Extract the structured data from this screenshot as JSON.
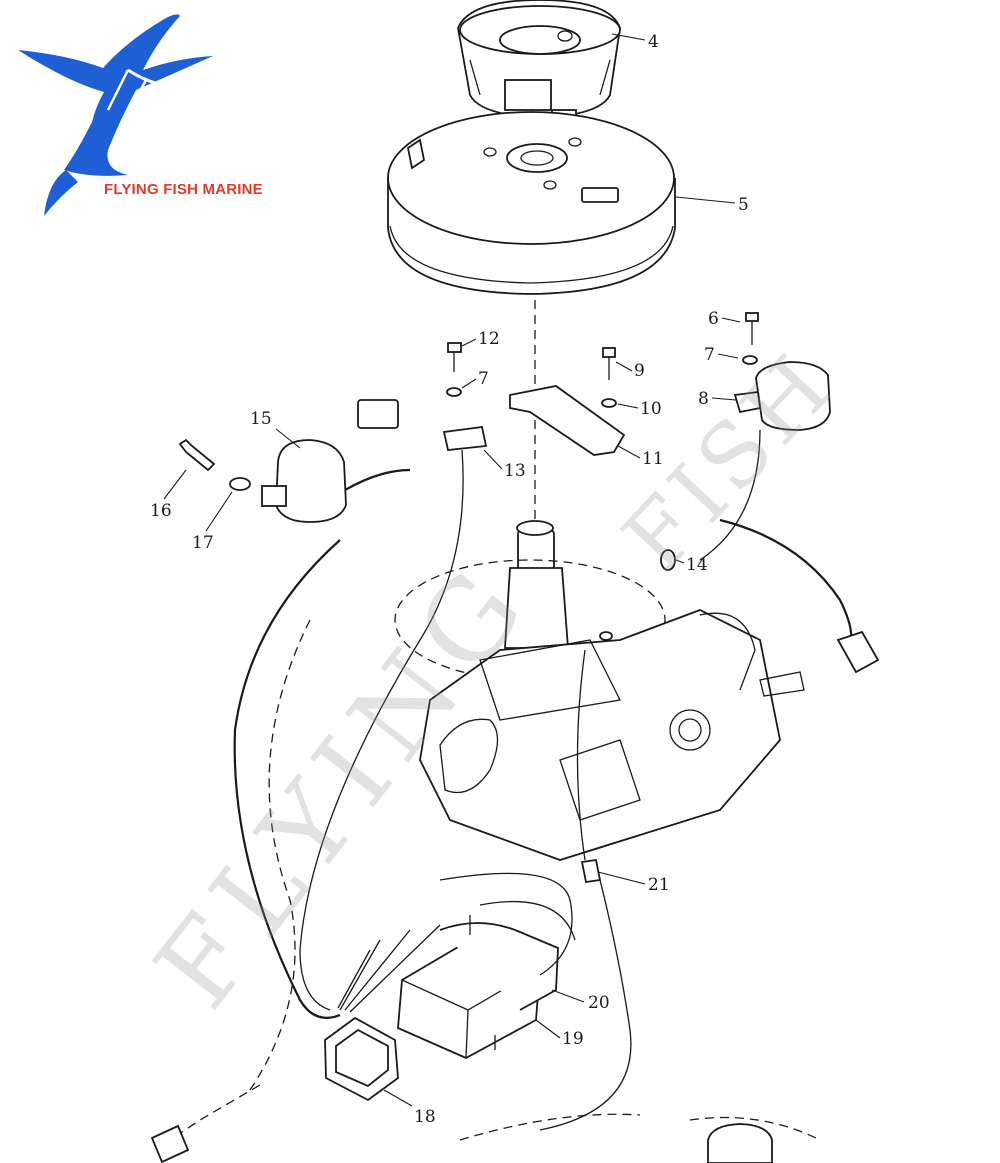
{
  "logo": {
    "text": "FLYING FISH MARINE",
    "primary_color": "#1f5fd6",
    "text_color": "#e23b2a",
    "icon": "flying-fish-icon"
  },
  "watermark": {
    "text1": "FISH",
    "text2": "FLYING",
    "color": "#c8c8c8"
  },
  "callouts": [
    "4",
    "5",
    "6",
    "7",
    "8",
    "12",
    "7",
    "9",
    "10",
    "11",
    "13",
    "15",
    "16",
    "17",
    "14",
    "21",
    "20",
    "19",
    "18"
  ]
}
